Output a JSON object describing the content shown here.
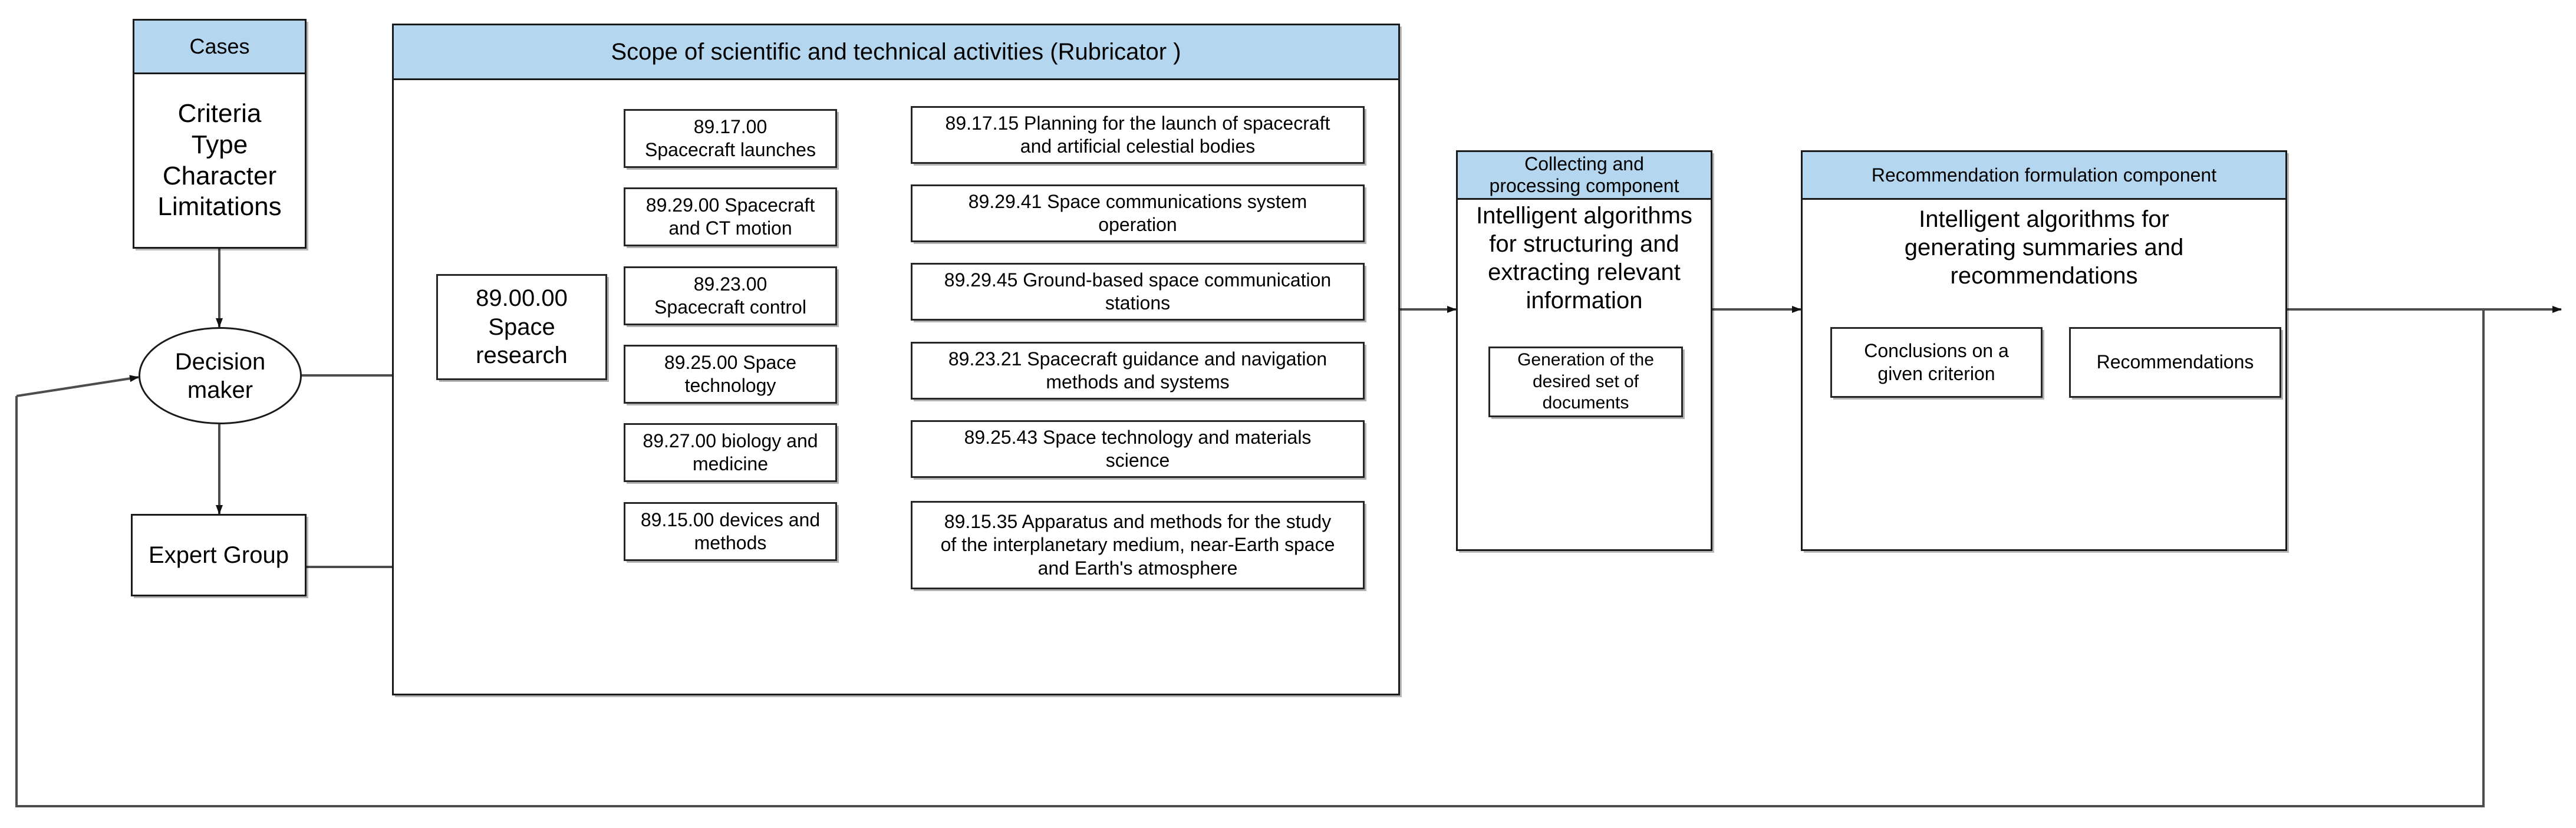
{
  "diagram": {
    "title": "Decision support system flow diagram",
    "accent_header_color": "#b4d6ef",
    "line_color": "#4d4d4d",
    "border_color": "#1a1a1a"
  },
  "cases_panel": {
    "header": "Cases",
    "lines": [
      "Criteria",
      "Type",
      "Character",
      "Limitations"
    ]
  },
  "decision_maker": {
    "label": "Decision\nmaker"
  },
  "expert_group": {
    "label": "Expert Group"
  },
  "rubricator": {
    "header": "Scope of scientific and technical activities (Rubricator )",
    "root": "89.00.00\nSpace\nresearch",
    "level2": [
      "89.17.00\nSpacecraft launches",
      "89.29.00 Spacecraft\nand CT  motion",
      "89.23.00\nSpacecraft  control",
      "89.25.00 Space\ntechnology",
      "89.27.00 biology and\nmedicine",
      "89.15.00 devices and\nmethods"
    ],
    "level3": [
      "89.17.15 Planning for the launch of spacecraft\nand artificial celestial bodies",
      "89.29.41 Space communications system\noperation",
      "89.29.45 Ground-based space communication\nstations",
      "89.23.21 Spacecraft guidance and navigation\nmethods and systems",
      "89.25.43 Space technology and materials\nscience",
      "89.15.35 Apparatus and methods for the study\nof the interplanetary medium, near-Earth space\nand Earth's atmosphere"
    ]
  },
  "collecting_component": {
    "header": "Collecting and\nprocessing component",
    "description": "Intelligent algorithms\nfor structuring and\nextracting relevant\ninformation",
    "sub_box": "Generation of the\ndesired set of\ndocuments"
  },
  "recommendation_component": {
    "header": "Recommendation formulation component",
    "description": "Intelligent algorithms for\ngenerating summaries and\nrecommendations",
    "sub_boxes": [
      "Conclusions on a\ngiven criterion",
      "Recommendations"
    ]
  }
}
